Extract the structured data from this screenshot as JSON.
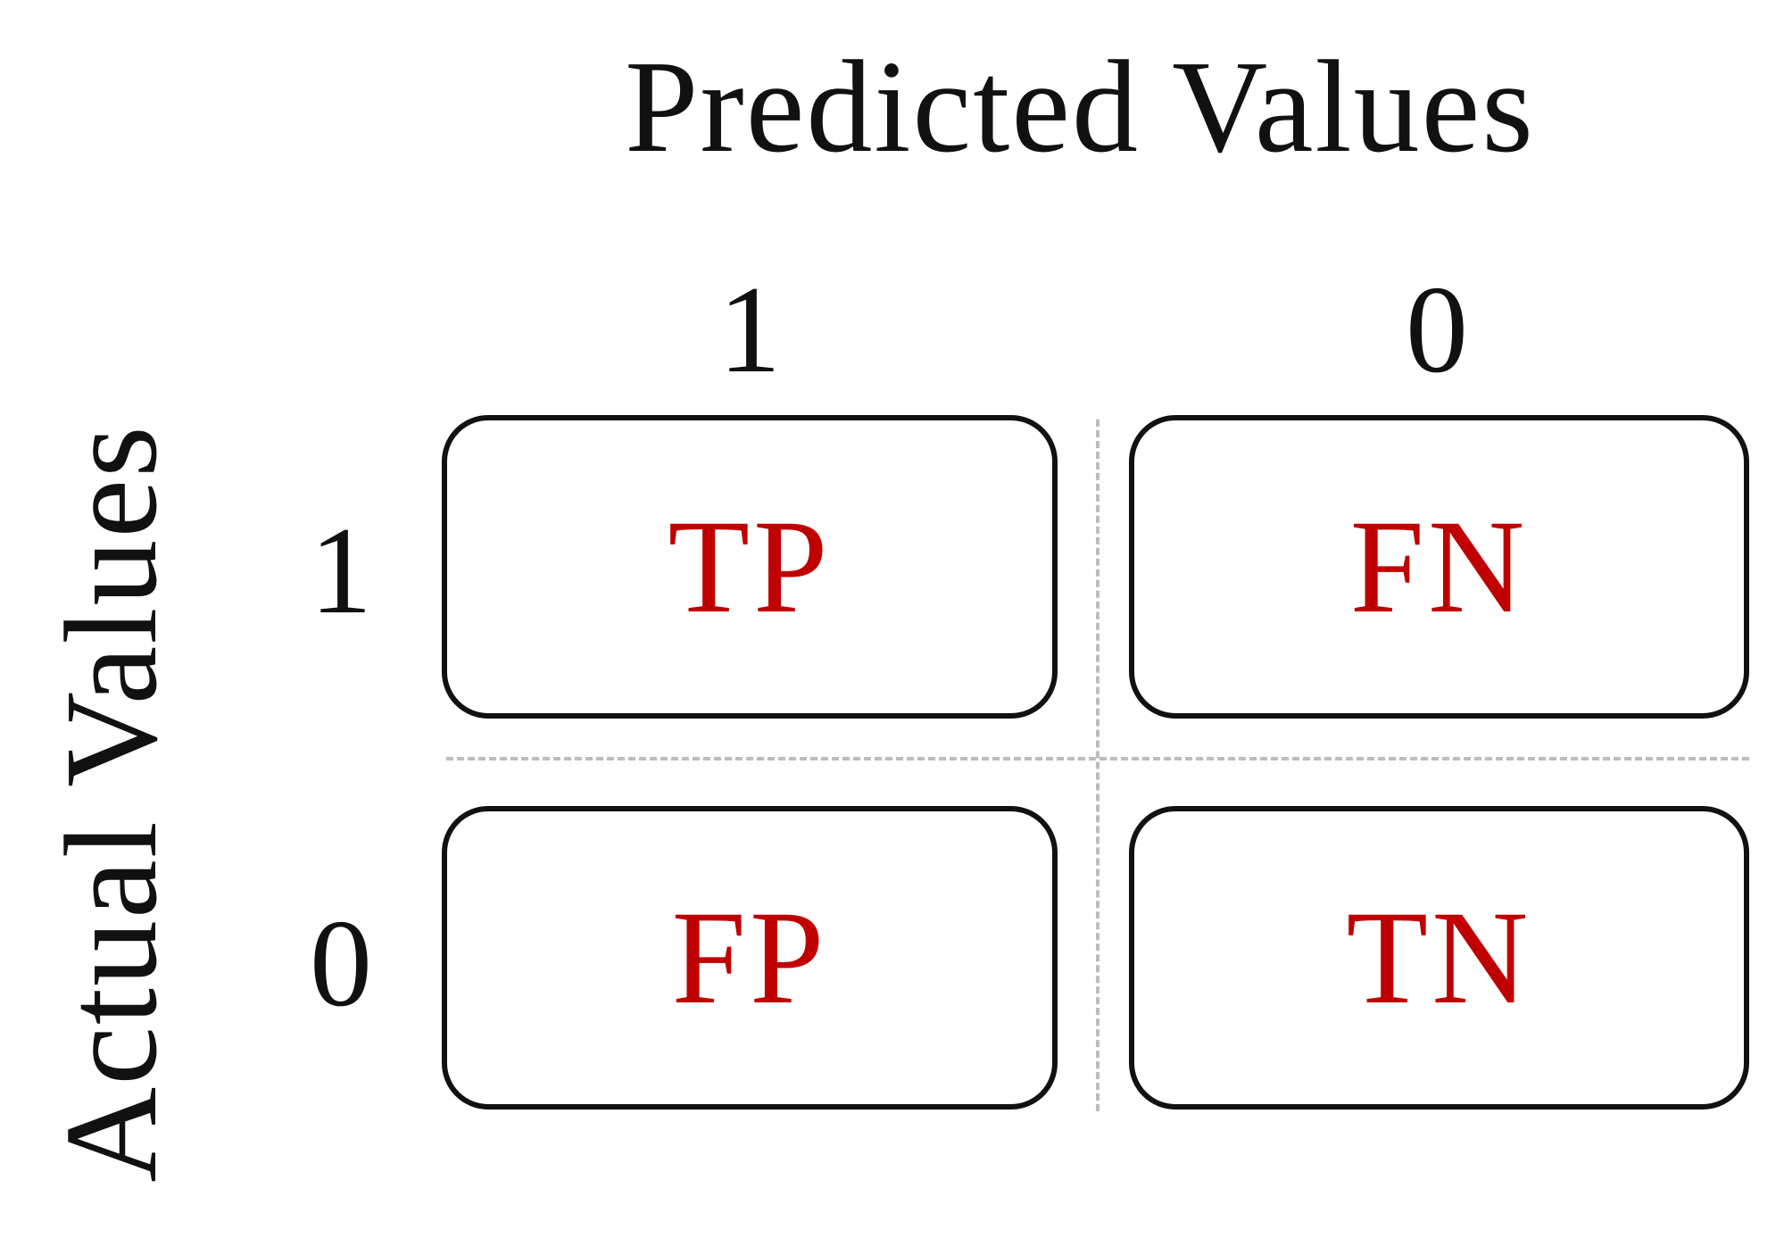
{
  "diagram": {
    "title": "Predicted Values",
    "y_title": "Actual Values",
    "columns": [
      "1",
      "0"
    ],
    "rows": [
      "1",
      "0"
    ],
    "cells": [
      [
        "TP",
        "FN"
      ],
      [
        "FP",
        "TN"
      ]
    ],
    "colors": {
      "text": "#111111",
      "cell_text": "#c00000",
      "border": "#111111",
      "divider": "#bdbdbd"
    }
  }
}
